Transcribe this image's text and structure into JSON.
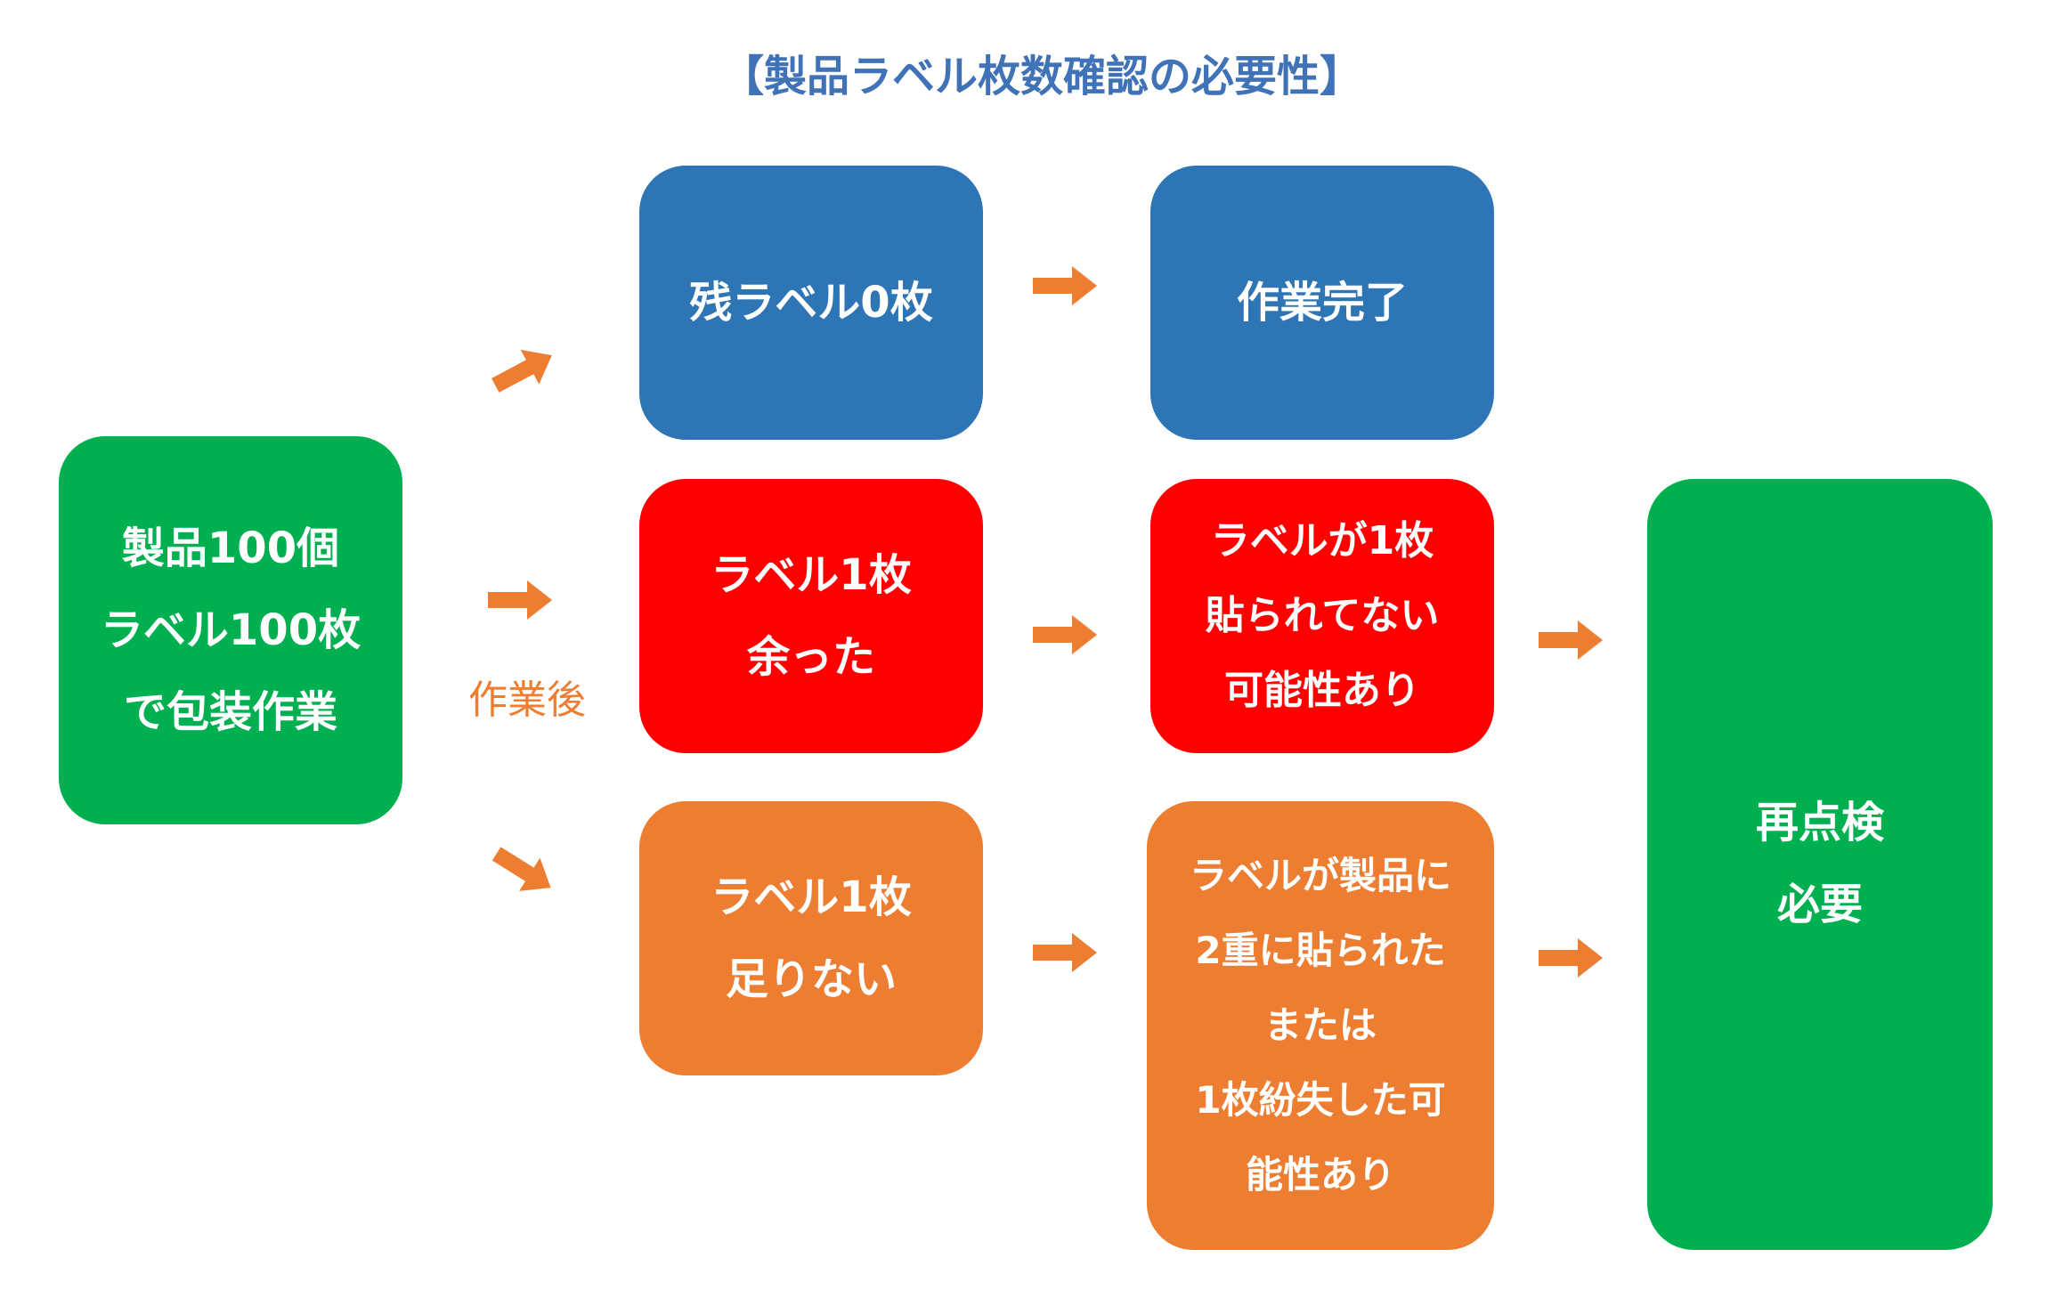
{
  "title": "【製品ラベル枚数確認の必要性】",
  "colors": {
    "title": "#3F72B6",
    "blue": "#2E75B6",
    "red": "#FF0000",
    "orange": "#ED7D31",
    "green": "#00B050",
    "arrow": "#ED7D31"
  },
  "start": {
    "lines": [
      "製品100個",
      "ラベル100枚",
      "で包装作業"
    ]
  },
  "after_label": "作業後",
  "cases": [
    {
      "status": {
        "lines": [
          "残ラベル0枚"
        ]
      },
      "result": {
        "lines": [
          "作業完了"
        ]
      }
    },
    {
      "status": {
        "lines": [
          "ラベル1枚",
          "余った"
        ]
      },
      "result": {
        "lines": [
          "ラベルが1枚",
          "貼られてない",
          "可能性あり"
        ]
      }
    },
    {
      "status": {
        "lines": [
          "ラベル1枚",
          "足りない"
        ]
      },
      "result": {
        "lines": [
          "ラベルが製品に",
          "2重に貼られた",
          "または",
          "1枚紛失した可",
          "能性あり"
        ]
      }
    }
  ],
  "final": {
    "lines": [
      "再点検",
      "必要"
    ]
  }
}
